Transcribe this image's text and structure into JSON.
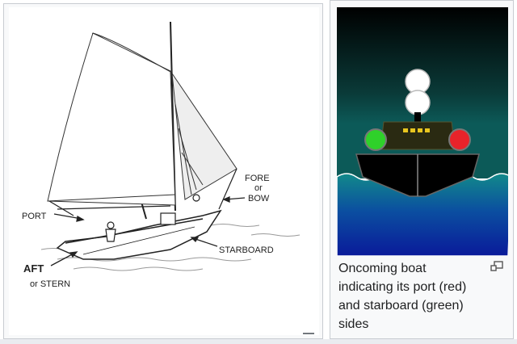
{
  "sailboat_figure": {
    "labels": {
      "fore": "FORE",
      "fore_or": "or",
      "bow": "BOW",
      "port": "PORT",
      "starboard": "STARBOARD",
      "aft": "AFT",
      "stern": "or STERN"
    }
  },
  "lights_figure": {
    "caption": "Oncoming boat indicating its port (red) and starboard (green) sides",
    "colors": {
      "sky_top": "#000000",
      "sea_bottom": "#0a1a9a",
      "port_light": "#e8232a",
      "starboard_light": "#2fd12a",
      "masthead_light": "#ffffff",
      "hull": "#000000",
      "window_light": "#e8c51f"
    }
  },
  "icons": [
    "enlarge-icon"
  ]
}
